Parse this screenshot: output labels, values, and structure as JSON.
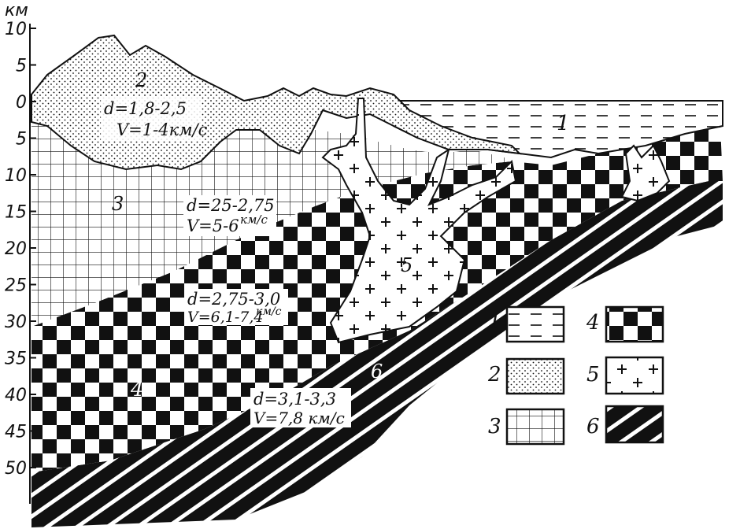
{
  "axis": {
    "unit": "км",
    "ticks": [
      "10",
      "5",
      "0",
      "5",
      "10",
      "15",
      "20",
      "25",
      "30",
      "35",
      "40",
      "45",
      "50"
    ]
  },
  "zones": {
    "z1": "1",
    "z2": "2",
    "z3": "3",
    "z4": "4",
    "z5": "5",
    "z6": "6"
  },
  "annotations": {
    "sed_d": "d=1,8-2,5",
    "sed_v": "V=1-4км/с",
    "granite_d": "d=25-2,75",
    "granite_v": "V=5-6",
    "granite_vu": "км/с",
    "basalt_d": "d=2,75-3,0",
    "basalt_v": "V=6,1-7,4",
    "basalt_vu": "км/с",
    "mantle_d": "d=3,1-3,3",
    "mantle_v": "V=7,8 км/с"
  },
  "legend": [
    "1",
    "2",
    "3",
    "4",
    "5",
    "6"
  ]
}
